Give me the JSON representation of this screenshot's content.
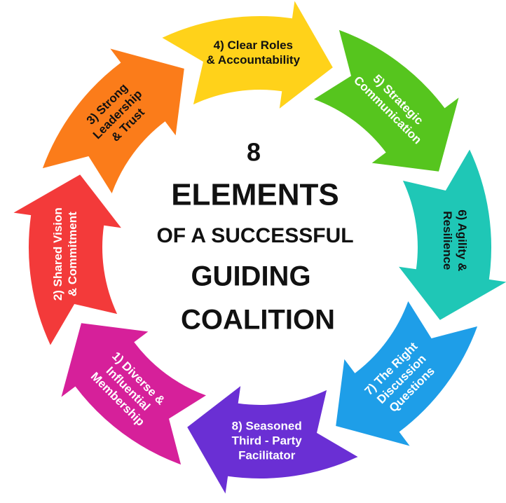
{
  "title": {
    "number": "8",
    "line1": "ELEMENTS",
    "line2": "OF A SUCCESSFUL",
    "line3": "GUIDING",
    "line4": "COALITION"
  },
  "elements": [
    {
      "lines": [
        "1) Diverse &",
        "Influential",
        "Membership"
      ],
      "color": "#d6209a",
      "text_color": "#ffffff"
    },
    {
      "lines": [
        "2)  Shared Vision",
        "& Commitment"
      ],
      "color": "#f33a3a",
      "text_color": "#ffffff"
    },
    {
      "lines": [
        "3)  Strong",
        "Leadership",
        "& Trust"
      ],
      "color": "#fb7c1a",
      "text_color": "#111111"
    },
    {
      "lines": [
        "4) Clear Roles",
        "& Accountability"
      ],
      "color": "#ffd21a",
      "text_color": "#111111"
    },
    {
      "lines": [
        "5)  Strategic",
        "Communication"
      ],
      "color": "#56c51e",
      "text_color": "#ffffff"
    },
    {
      "lines": [
        "6)  Agility &",
        "Resilience"
      ],
      "color": "#1fc7b6",
      "text_color": "#111111"
    },
    {
      "lines": [
        "7) The Right",
        "Discussion",
        "Questions"
      ],
      "color": "#1e9ee8",
      "text_color": "#ffffff"
    },
    {
      "lines": [
        "8) Seasoned",
        "Third - Party",
        "Facilitator"
      ],
      "color": "#6a2fd4",
      "text_color": "#ffffff"
    }
  ]
}
